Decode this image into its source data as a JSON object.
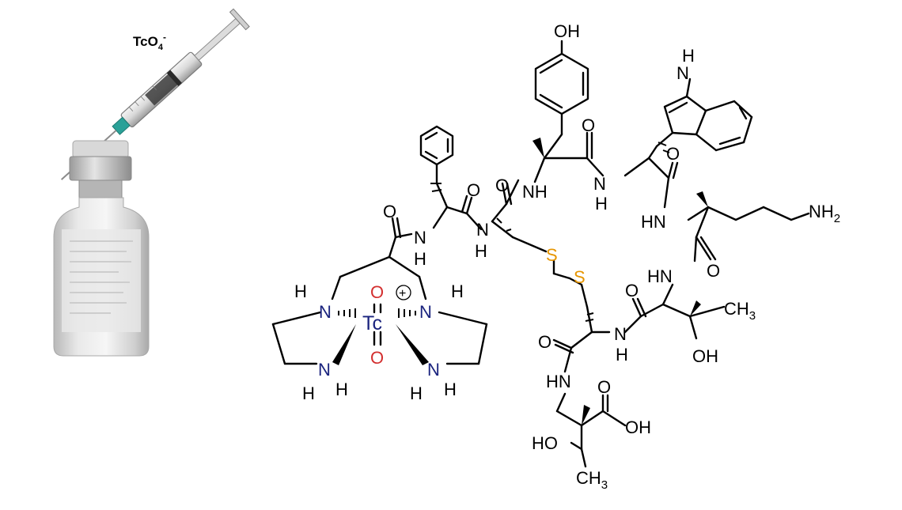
{
  "reagent_label": "TcO4-",
  "colors": {
    "bond": "#000000",
    "nitrogen": "#1a237e",
    "oxygen": "#d32f2f",
    "sulfur": "#e69500",
    "carbon": "#000000"
  },
  "atoms": {
    "metal": "Tc",
    "oxo": "O",
    "nitrogen": "N",
    "hydrogen": "H",
    "sulfur": "S",
    "hydroxyl": "OH",
    "hydroxyl_left": "HO",
    "amine": "NH",
    "amine_rev": "HN",
    "terminal_amine": "NH2",
    "methyl": "CH3",
    "charge": "+"
  },
  "icons": {
    "syringe": "syringe-icon",
    "vial": "vial-icon"
  }
}
